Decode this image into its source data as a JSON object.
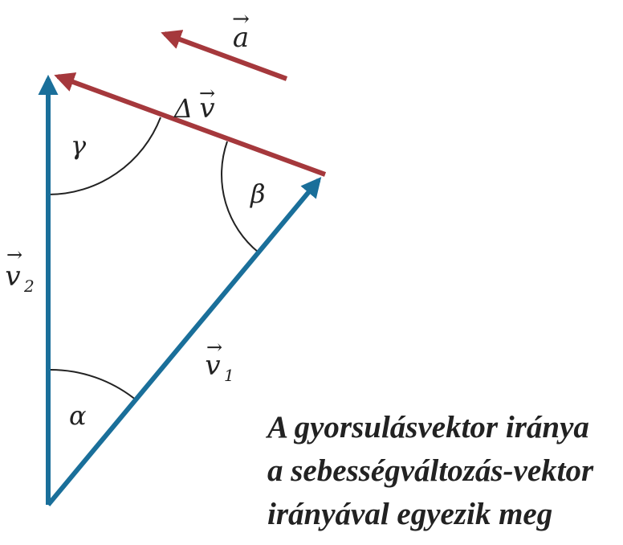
{
  "colors": {
    "velocity": "#1a6f9a",
    "delta": "#a5383c",
    "arc": "#222222",
    "text": "#222222"
  },
  "labels": {
    "acceleration": "a",
    "delta_symbol": "Δ",
    "delta_v": "v",
    "v1": "v",
    "v1_sub": "1",
    "v2": "v",
    "v2_sub": "2",
    "alpha": "α",
    "beta": "β",
    "gamma": "γ",
    "vector_arrow": "→"
  },
  "caption": {
    "line1": "A gyorsulásvektor iránya",
    "line2": "a sebességváltozás-vektor",
    "line3": "irányával egyezik meg"
  }
}
